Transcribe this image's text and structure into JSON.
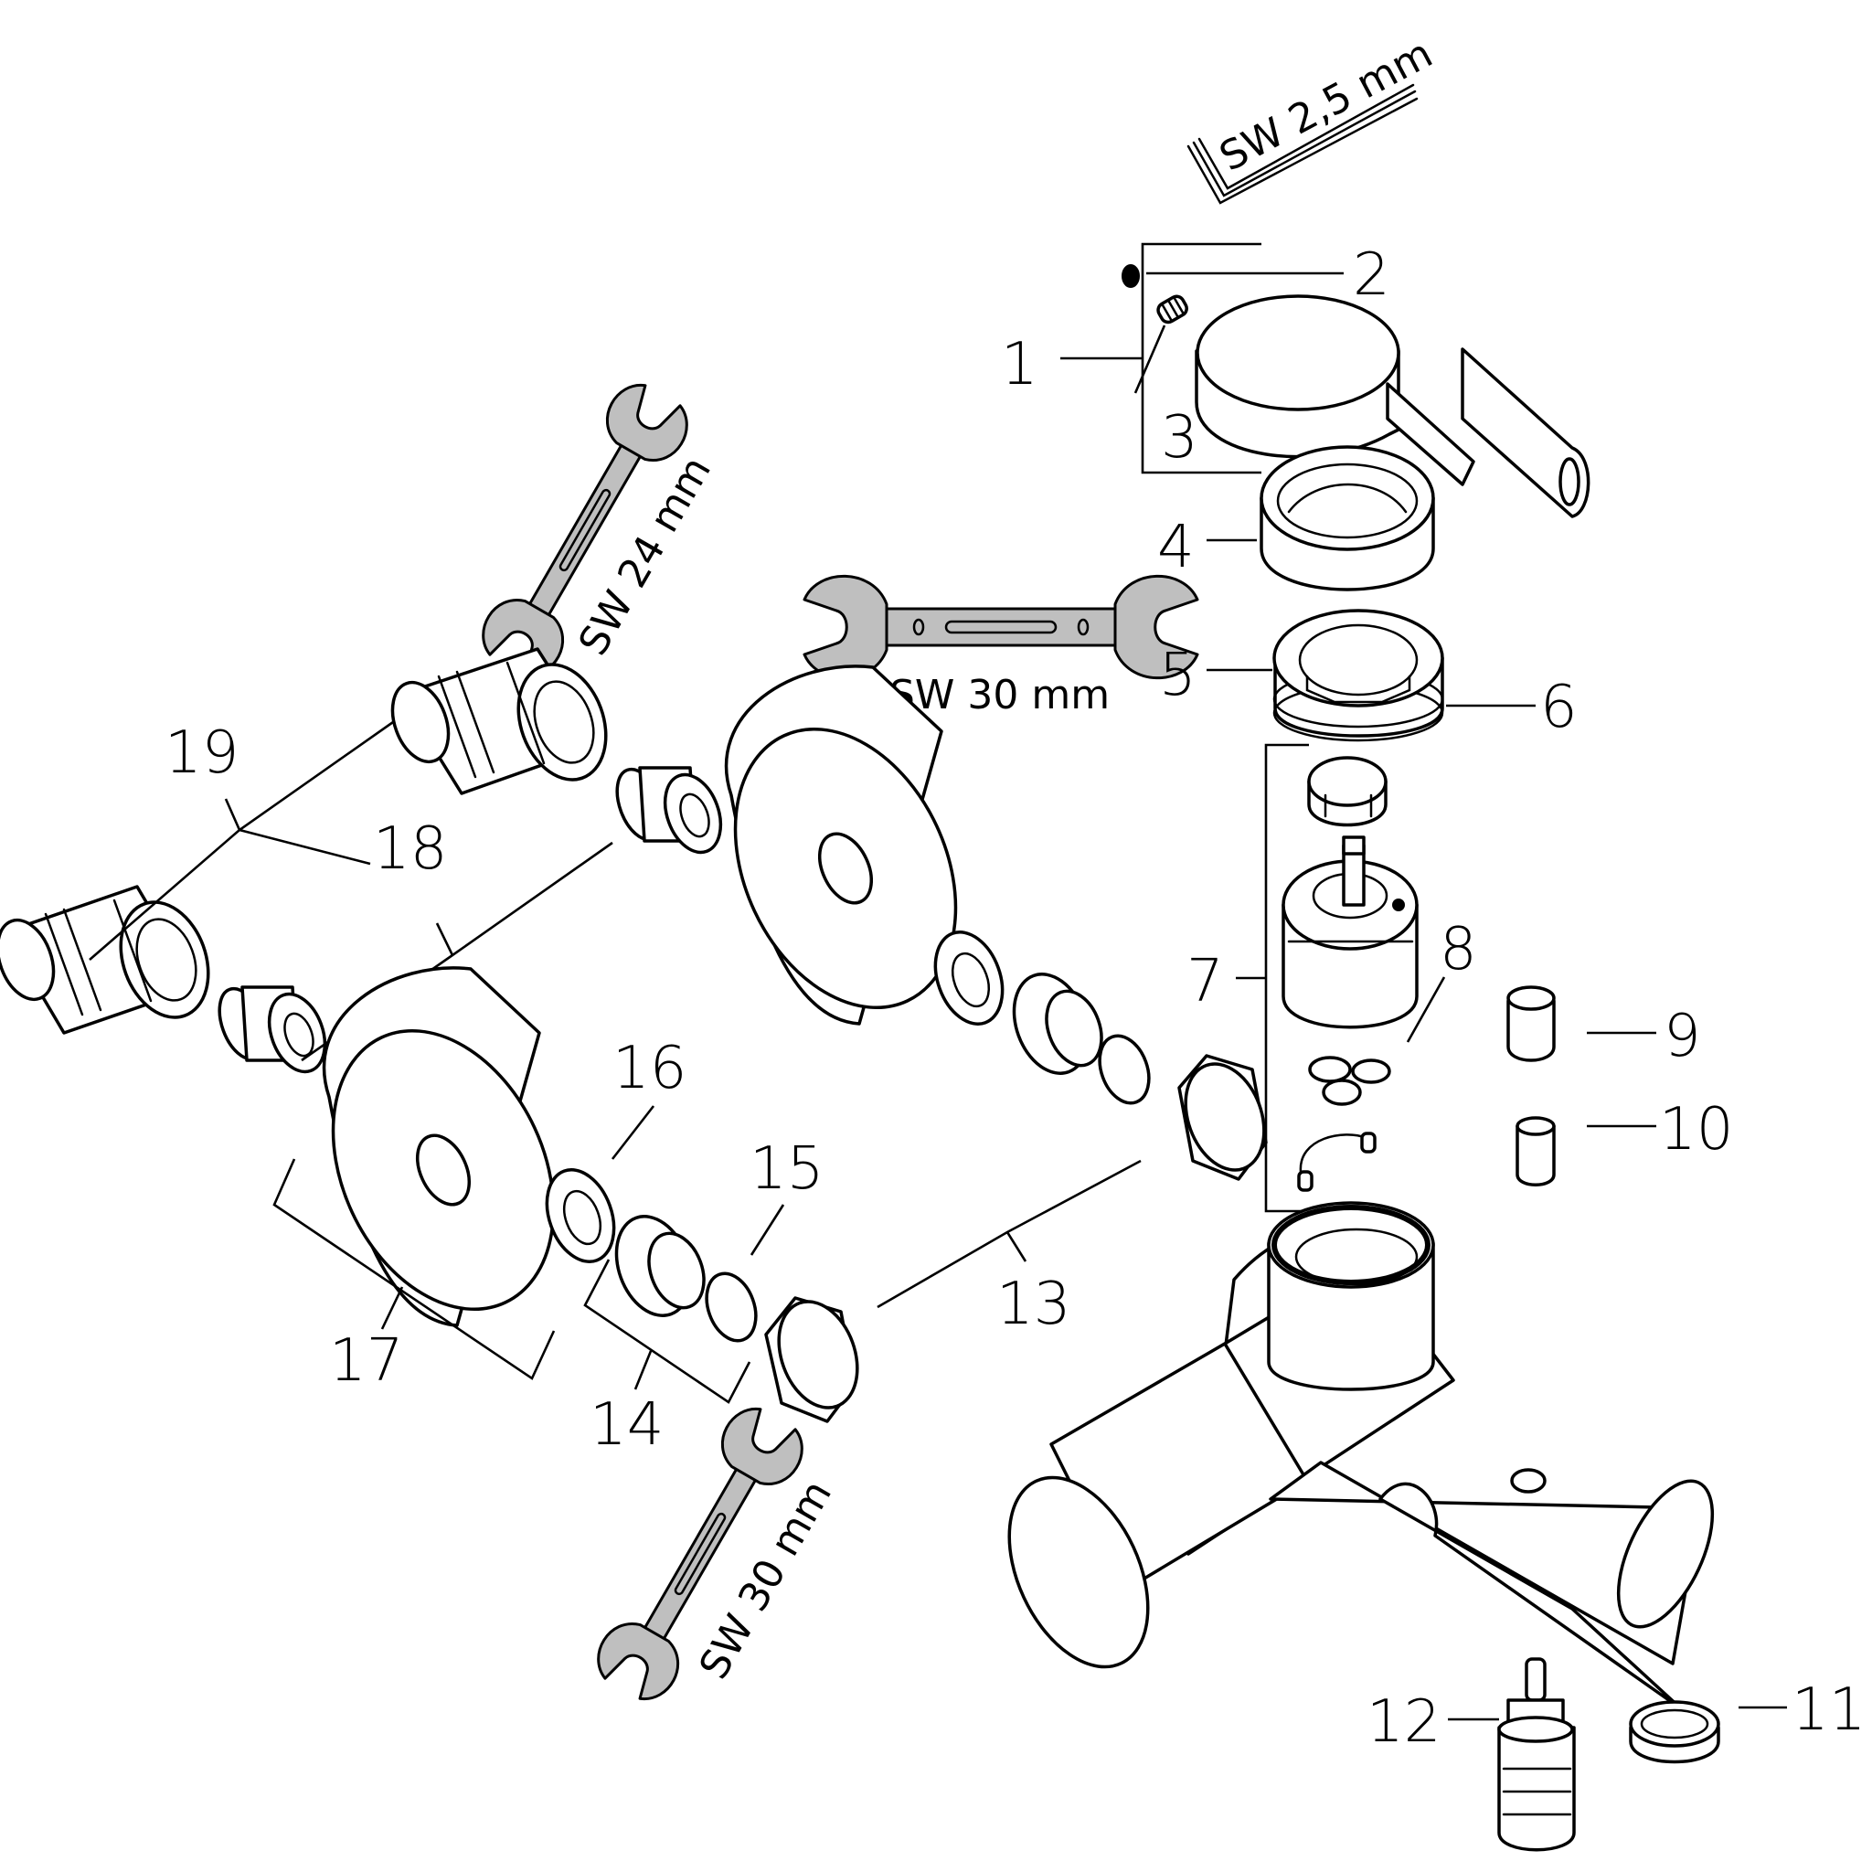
{
  "title": "Exploded spare-parts diagram: concealed single-lever mixer",
  "colors": {
    "line": "#000000",
    "background": "#ffffff",
    "tool_fill": "#bfbfbf"
  },
  "tools": [
    {
      "id": "hex-key",
      "label": "SW 2,5 mm",
      "icon": "allen-key-icon"
    },
    {
      "id": "wrench-24",
      "label": "SW 24 mm",
      "icon": "wrench-icon"
    },
    {
      "id": "wrench-30-top",
      "label": "SW 30 mm",
      "icon": "wrench-icon"
    },
    {
      "id": "wrench-30-bottom",
      "label": "SW 30 mm",
      "icon": "wrench-icon"
    }
  ],
  "callouts": {
    "p1": "1",
    "p2": "2",
    "p3": "3",
    "p4": "4",
    "p5": "5",
    "p6": "6",
    "p7": "7",
    "p8": "8",
    "p9": "9",
    "p10": "10",
    "p11": "11",
    "p12": "12",
    "p13": "13",
    "p14": "14",
    "p15": "15",
    "p16": "16",
    "p17": "17",
    "p18": "18",
    "p19": "19"
  }
}
